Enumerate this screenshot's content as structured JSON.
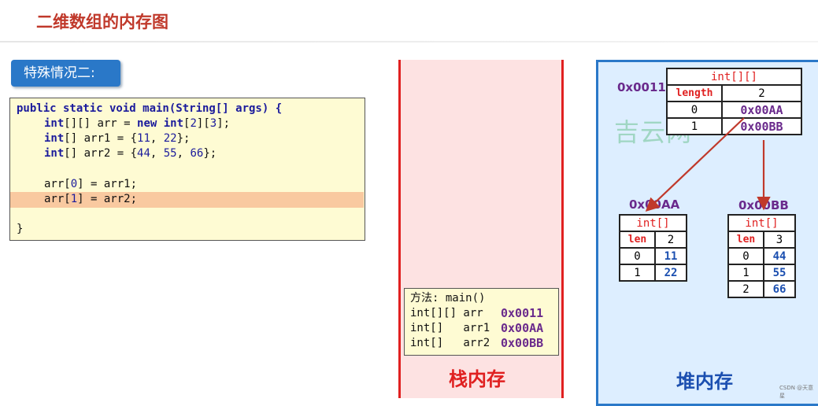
{
  "header": {
    "title": "二维数组的内存图"
  },
  "case_badge": "特殊情况二:",
  "code": {
    "line1": "public static void main(String[] args) {",
    "line2_kw1": "int",
    "line2_a": "[][] arr = ",
    "line2_kw2": "new",
    "line2_sp": " ",
    "line2_kw3": "int",
    "line2_b": "[",
    "line2_n1": "2",
    "line2_c": "][",
    "line2_n2": "3",
    "line2_d": "];",
    "line3_kw": "int",
    "line3_a": "[] arr1 = {",
    "line3_n1": "11",
    "line3_b": ", ",
    "line3_n2": "22",
    "line3_c": "};",
    "line4_kw": "int",
    "line4_a": "[] arr2 = {",
    "line4_n1": "44",
    "line4_b": ", ",
    "line4_n2": "55",
    "line4_c": ", ",
    "line4_n3": "66",
    "line4_d": "};",
    "line6_a": "arr[",
    "line6_n": "0",
    "line6_b": "] = arr1;",
    "line7_a": "arr[",
    "line7_n": "1",
    "line7_b": "] = arr2;",
    "line9": "}"
  },
  "stack": {
    "label": "栈内存",
    "frame": {
      "method": "方法: main()",
      "vars": [
        {
          "decl": "int[][] arr",
          "value": "0x0011"
        },
        {
          "decl": "int[]   arr1",
          "value": "0x00AA"
        },
        {
          "decl": "int[]   arr2",
          "value": "0x00BB"
        }
      ]
    }
  },
  "heap": {
    "label": "堆内存",
    "watermark": "吉云网",
    "outer": {
      "address": "0x0011",
      "type": "int[][]",
      "length_label": "length",
      "length": "2",
      "rows": [
        {
          "index": "0",
          "value": "0x00AA"
        },
        {
          "index": "1",
          "value": "0x00BB"
        }
      ]
    },
    "arr1": {
      "address": "0x00AA",
      "type": "int[]",
      "len_label": "len",
      "length": "2",
      "rows": [
        {
          "index": "0",
          "value": "11"
        },
        {
          "index": "1",
          "value": "22"
        }
      ]
    },
    "arr2": {
      "address": "0x00BB",
      "type": "int[]",
      "len_label": "len",
      "length": "3",
      "rows": [
        {
          "index": "0",
          "value": "44"
        },
        {
          "index": "1",
          "value": "55"
        },
        {
          "index": "2",
          "value": "66"
        }
      ]
    }
  },
  "credit": "CSDN @天意星",
  "colors": {
    "title": "#c0392b",
    "badge": "#2a78c8",
    "stack_border": "#e02020",
    "heap_border": "#2a78c8",
    "pointer": "#6a2a8c",
    "arrow": "#c0392b"
  }
}
